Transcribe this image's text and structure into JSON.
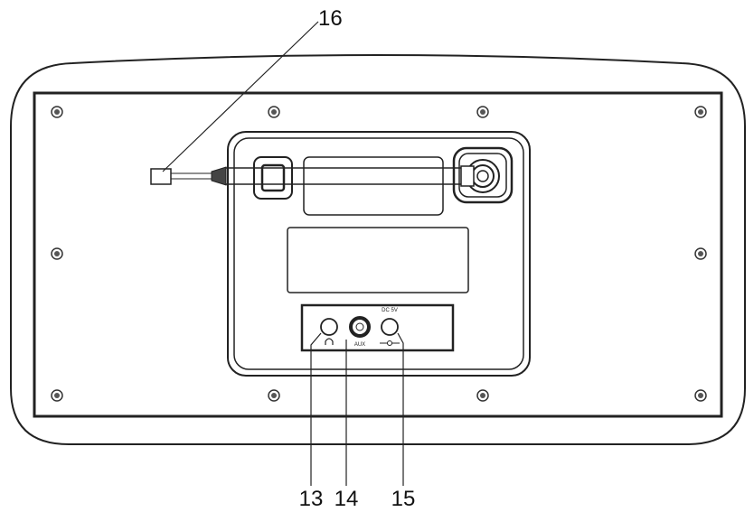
{
  "callouts": [
    {
      "id": "13",
      "label": "13",
      "target": "headphone-jack"
    },
    {
      "id": "14",
      "label": "14",
      "target": "aux-in-jack"
    },
    {
      "id": "15",
      "label": "15",
      "target": "dc-in-jack"
    },
    {
      "id": "16",
      "label": "16",
      "target": "antenna-wire-tip"
    }
  ],
  "jack_panel": {
    "dc_rating_text": "DC 5V",
    "aux_label": "AUX"
  },
  "colors": {
    "line": "#222222",
    "fill": "#ffffff",
    "screw": "#444444"
  }
}
